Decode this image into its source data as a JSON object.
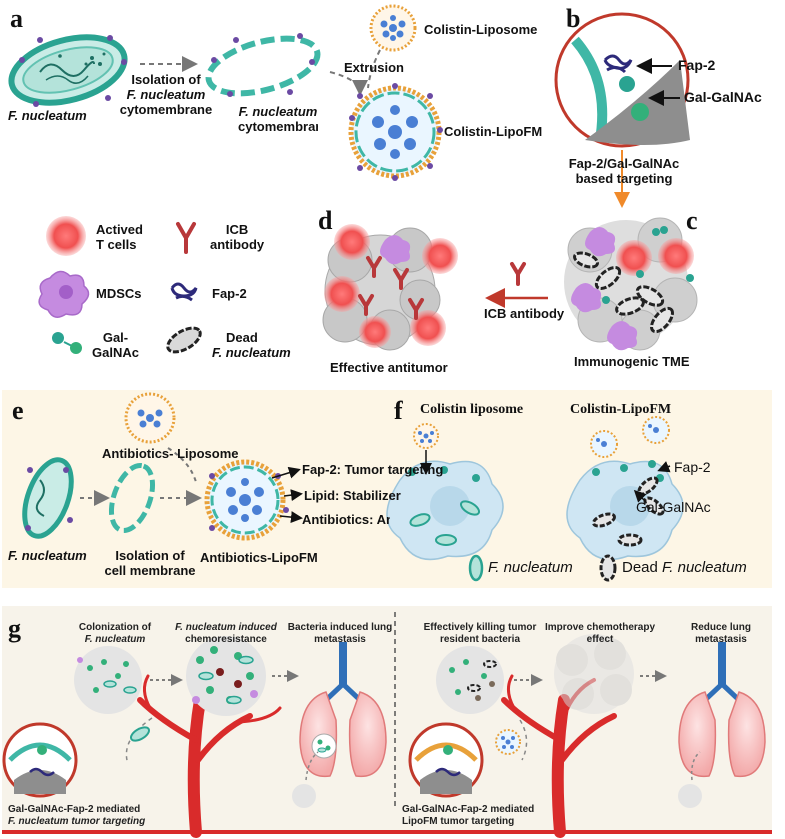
{
  "panel_a": {
    "label": "a",
    "bacterium": "F. nucleatum",
    "step1_line1": "Isolation of",
    "step1_line2": "F. nucleatum",
    "step1_line3": "cytomembrane",
    "membrane_line1": "F. nucleatum",
    "membrane_line2": "cytomembrane",
    "liposome": "Colistin-Liposome",
    "extrusion": "Extrusion",
    "lipofm": "Colistin-LipoFM"
  },
  "panel_b": {
    "label": "b",
    "fap2": "Fap-2",
    "galgalnac": "Gal-GalNAc",
    "targeting_line1": "Fap-2/Gal-GalNAc",
    "targeting_line2": "based targeting"
  },
  "panel_c": {
    "label": "c",
    "caption": "Immunogenic TME"
  },
  "panel_d": {
    "label": "d",
    "caption": "Effective antitumor",
    "arrow": "ICB antibody"
  },
  "legend": {
    "t_cells_line1": "Actived",
    "t_cells_line2": "T cells",
    "icb_line1": "ICB",
    "icb_line2": "antibody",
    "mdscs": "MDSCs",
    "fap2": "Fap-2",
    "gal_line1": "Gal-",
    "gal_line2": "GalNAc",
    "dead_line1": "Dead",
    "dead_line2": "F. nucleatum"
  },
  "panel_e": {
    "label": "e",
    "liposome": "Antibiotics- Liposome",
    "feature1": "Fap-2: Tumor targeting",
    "feature2": "Lipid: Stabilizer",
    "feature3": "Antibiotics: Anti bacteria",
    "bacterium": "F. nucleatum",
    "isolation_line1": "Isolation of",
    "isolation_line2": "cell membrane",
    "lipofm": "Antibiotics-LipoFM"
  },
  "panel_f": {
    "label": "f",
    "title_left": "Colistin liposome",
    "title_right": "Colistin-LipoFM",
    "fap2": "Fap-2",
    "galgalnac": "Gal-GalNAc",
    "legend_live": "F. nucleatum",
    "legend_dead_prefix": "Dead",
    "legend_dead": "F. nucleatum"
  },
  "panel_g": {
    "label": "g",
    "h1_line1": "Colonization of",
    "h1_line2": "F. nucleatum",
    "h2_line1": "F. nucleatum induced",
    "h2_line2": "chemoresistance",
    "h3_line1": "Bacteria induced lung",
    "h3_line2": "metastasis",
    "h4_line1": "Effectively killing tumor",
    "h4_line2": "resident bacteria",
    "h5_line1": "Improve chemotherapy",
    "h5_line2": "effect",
    "h6_line1": "Reduce lung",
    "h6_line2": "metastasis",
    "foot_left_line1": "Gal-GalNAc-Fap-2 mediated",
    "foot_left_line2": "F. nucleatum tumor targeting",
    "foot_right_line1": "Gal-GalNAc-Fap-2 mediated",
    "foot_right_line2": "LipoFM tumor targeting"
  },
  "colors": {
    "bacteria_teal": "#3fb7a6",
    "liposome_orange": "#e8a13a",
    "drug_blue": "#4a7fd4",
    "tcell_red": "#f05a5a",
    "mdsc_purple": "#b97ad6",
    "antibody_red": "#b8383a",
    "vessel_red": "#d92b2b",
    "panel_e_bg": "#fdf6e6",
    "panel_g_bg": "#f7f3ea"
  }
}
